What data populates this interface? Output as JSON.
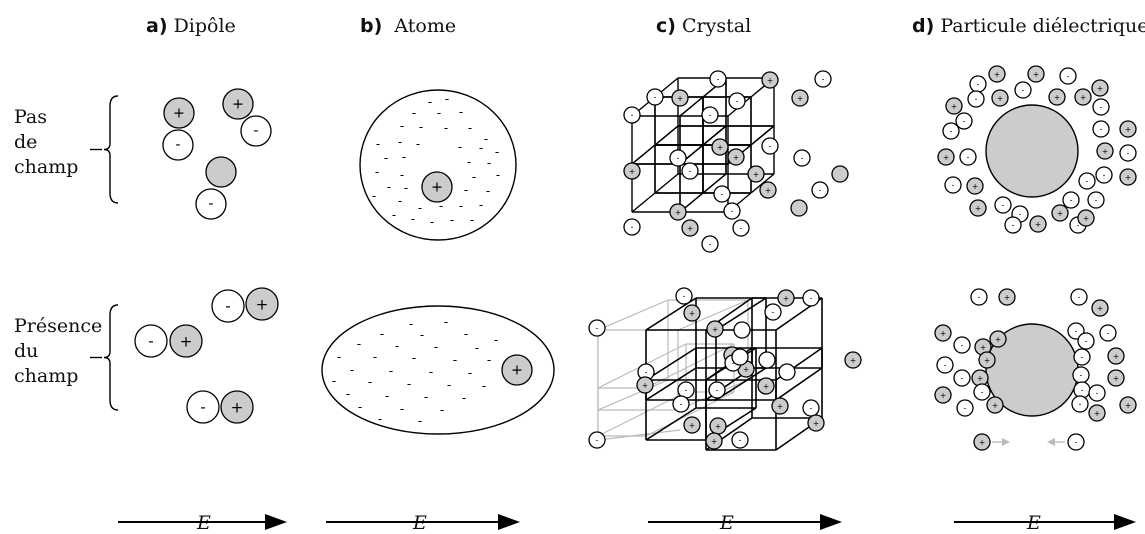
{
  "panels": [
    {
      "letter": "a)",
      "title": "Dipôle"
    },
    {
      "letter": "b)",
      "title": "Atome"
    },
    {
      "letter": "c)",
      "title": "Crystal"
    },
    {
      "letter": "d)",
      "title": "Particule diélectrique"
    }
  ],
  "rows": {
    "no_field": [
      "Pas",
      "de",
      "champ"
    ],
    "field": [
      "Présence",
      "du",
      "champ"
    ]
  },
  "field_label": "E",
  "charges": {
    "plus": "+",
    "minus": "-"
  },
  "colors": {
    "ion_fill": "#cccccc",
    "line": "#000000",
    "faded_line": "#bbbbbb",
    "arrow": "#000000"
  }
}
